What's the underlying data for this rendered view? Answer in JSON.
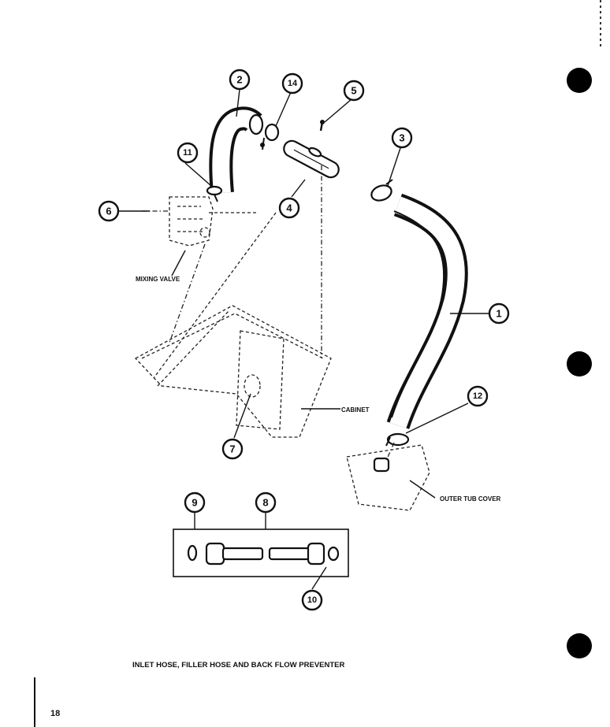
{
  "callouts": {
    "c1": "1",
    "c2": "2",
    "c3": "3",
    "c4": "4",
    "c5": "5",
    "c6": "6",
    "c7": "7",
    "c8": "8",
    "c9": "9",
    "c10": "10",
    "c11": "11",
    "c12": "12",
    "c14": "14"
  },
  "labels": {
    "mixing_valve": "MIXING VALVE",
    "cabinet": "CABINET",
    "outer_tub_cover": "OUTER TUB COVER"
  },
  "caption": "INLET HOSE, FILLER HOSE AND BACK FLOW PREVENTER",
  "page_number": "18",
  "colors": {
    "ink": "#111111",
    "paper": "#ffffff"
  }
}
